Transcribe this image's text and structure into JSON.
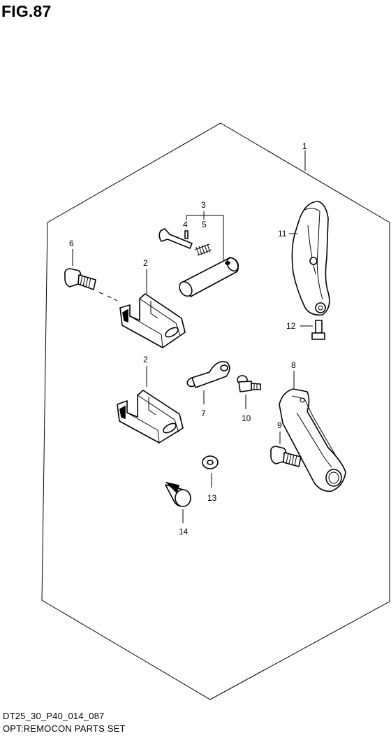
{
  "figure": {
    "title": "FIG.87"
  },
  "callouts": {
    "c1": "1",
    "c2a": "2",
    "c2b": "2",
    "c3": "3",
    "c4": "4",
    "c5": "5",
    "c6": "6",
    "c7": "7",
    "c8": "8",
    "c9": "9",
    "c10": "10",
    "c11": "11",
    "c12": "12",
    "c13": "13",
    "c14": "14"
  },
  "footer": {
    "code": "DT25_30_P40_014_087",
    "description": "OPT:REMOCON PARTS SET"
  }
}
